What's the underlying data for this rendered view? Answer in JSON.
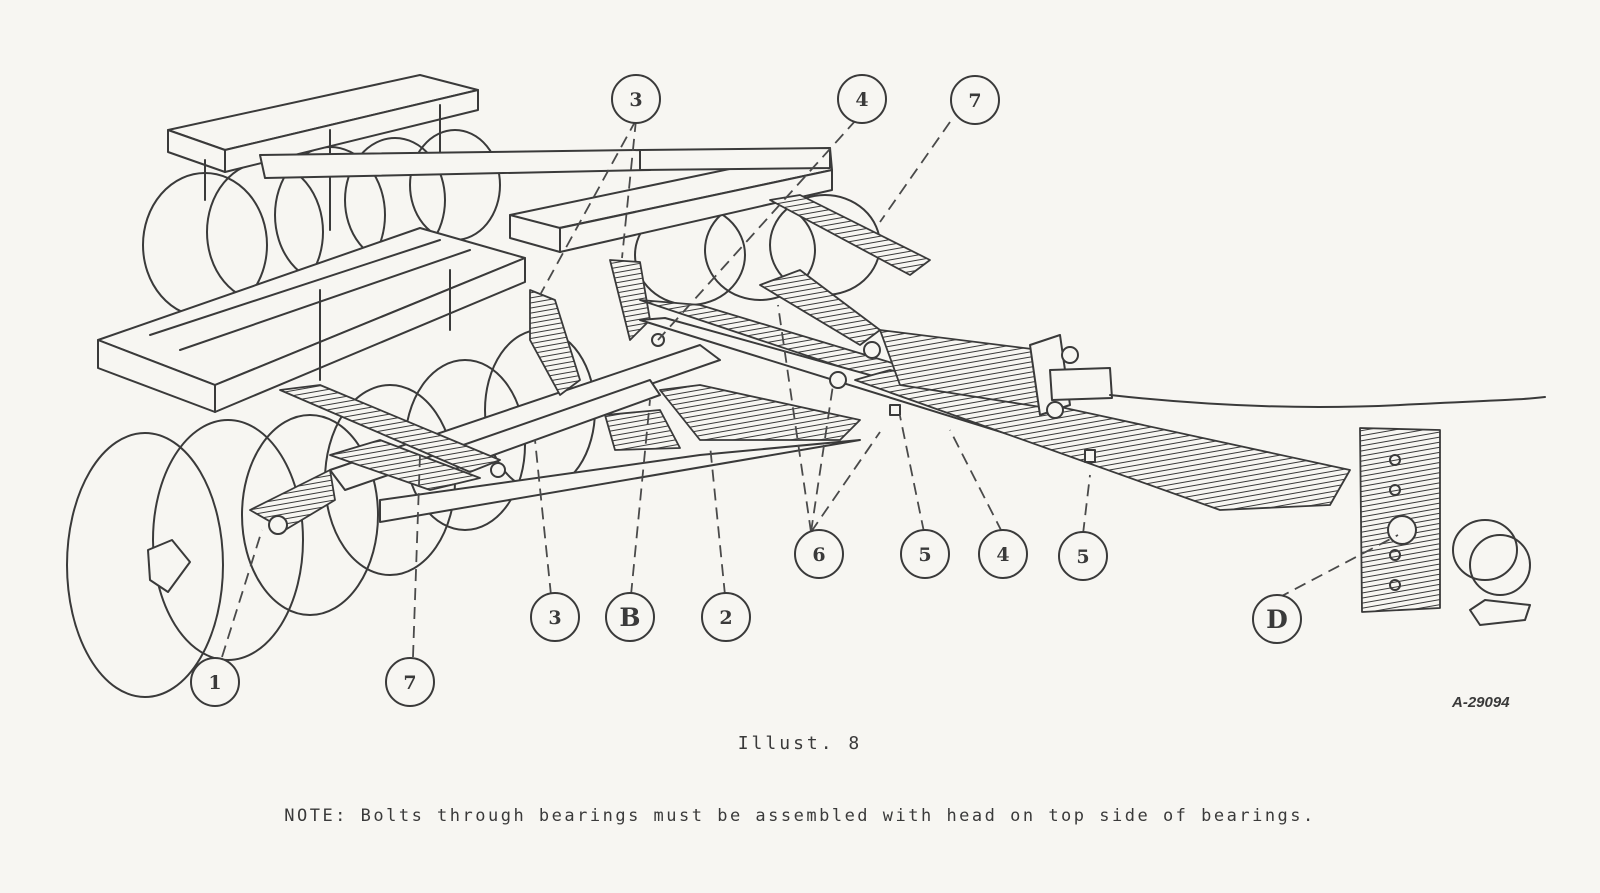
{
  "figure": {
    "drawing_number": "A-29094",
    "caption": "Illust. 8",
    "note": "NOTE:  Bolts through bearings must be assembled with head on top side of bearings."
  },
  "callouts": [
    {
      "id": "callout-3-top",
      "label": "3"
    },
    {
      "id": "callout-4-top",
      "label": "4"
    },
    {
      "id": "callout-7-top",
      "label": "7"
    },
    {
      "id": "callout-6",
      "label": "6"
    },
    {
      "id": "callout-5-left",
      "label": "5"
    },
    {
      "id": "callout-4-bottom",
      "label": "4"
    },
    {
      "id": "callout-5-right",
      "label": "5"
    },
    {
      "id": "callout-3-bottom",
      "label": "3"
    },
    {
      "id": "callout-b",
      "label": "B"
    },
    {
      "id": "callout-2",
      "label": "2"
    },
    {
      "id": "callout-d",
      "label": "D"
    },
    {
      "id": "callout-1",
      "label": "1"
    },
    {
      "id": "callout-7-bottom",
      "label": "7"
    }
  ]
}
